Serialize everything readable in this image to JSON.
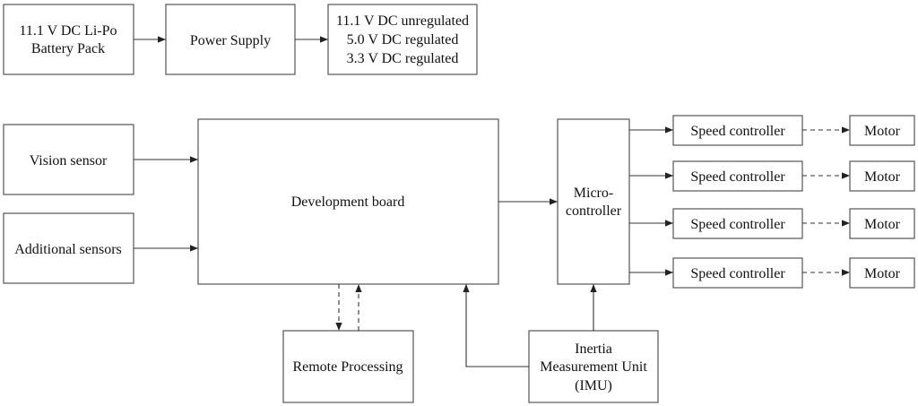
{
  "blocks": {
    "battery": [
      "11.1 V DC Li-Po",
      "Battery Pack"
    ],
    "power_supply": "Power Supply",
    "voltages": [
      "11.1 V DC unregulated",
      "5.0 V DC regulated",
      "3.3 V DC regulated"
    ],
    "vision_sensor": "Vision sensor",
    "additional_sensors": "Additional sensors",
    "dev_board": "Development board",
    "microcontroller": [
      "Micro-",
      "controller"
    ],
    "remote_processing": "Remote Processing",
    "imu": [
      "Inertia",
      "Measurement Unit",
      "(IMU)"
    ],
    "speed_controllers": [
      "Speed controller",
      "Speed controller",
      "Speed controller",
      "Speed controller"
    ],
    "motors": [
      "Motor",
      "Motor",
      "Motor",
      "Motor"
    ]
  }
}
